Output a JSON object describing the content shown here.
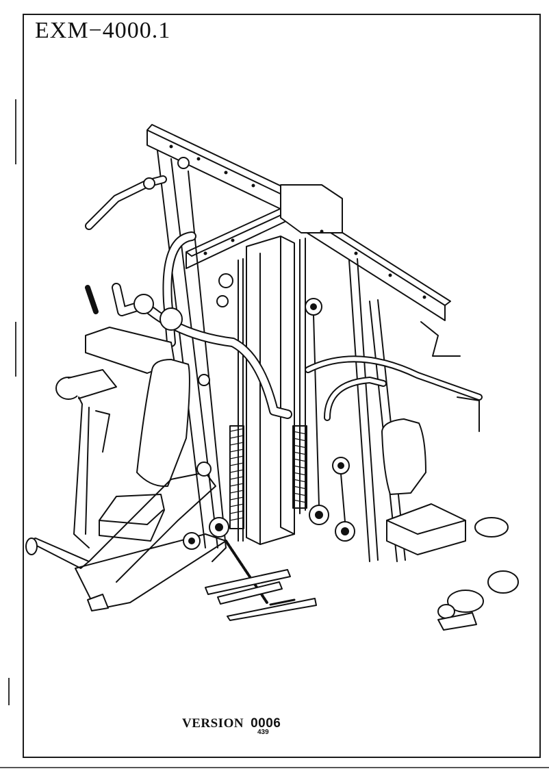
{
  "page": {
    "model_number": "EXM−4000.1",
    "version_label": "VERSION",
    "version_code": "0006",
    "page_number": "439"
  },
  "illustration": {
    "subject": "multi-station home gym",
    "icon": "gym-machine-drawing"
  },
  "colors": {
    "ink": "#111111",
    "paper": "#ffffff"
  }
}
